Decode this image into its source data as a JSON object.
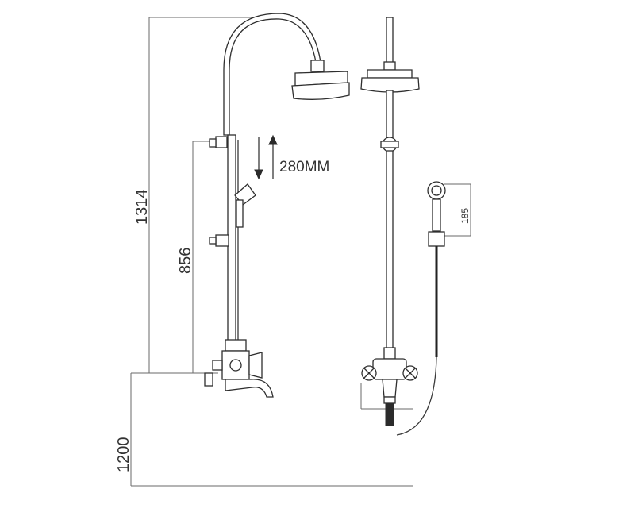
{
  "dimensions": {
    "total_height": "1314",
    "bracket_height": "856",
    "mixer_height": "1200",
    "slide_travel": "280MM",
    "handshower_height": "185"
  }
}
